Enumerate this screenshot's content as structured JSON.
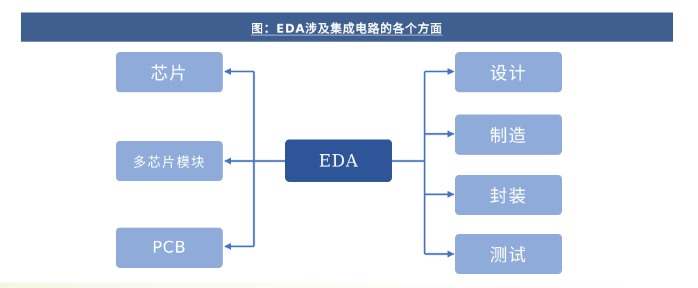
{
  "title": "图：EDA涉及集成电路的各个方面",
  "center": {
    "label": "EDA"
  },
  "left_nodes": [
    {
      "label": "芯片"
    },
    {
      "label": "多芯片模块"
    },
    {
      "label": "PCB"
    }
  ],
  "right_nodes": [
    {
      "label": "设计"
    },
    {
      "label": "制造"
    },
    {
      "label": "封装"
    },
    {
      "label": "测试"
    }
  ],
  "colors": {
    "title_bar": "#3e5f8f",
    "center_node": "#2e5597",
    "leaf_node": "#8fabd9",
    "connector": "#4472c4"
  }
}
